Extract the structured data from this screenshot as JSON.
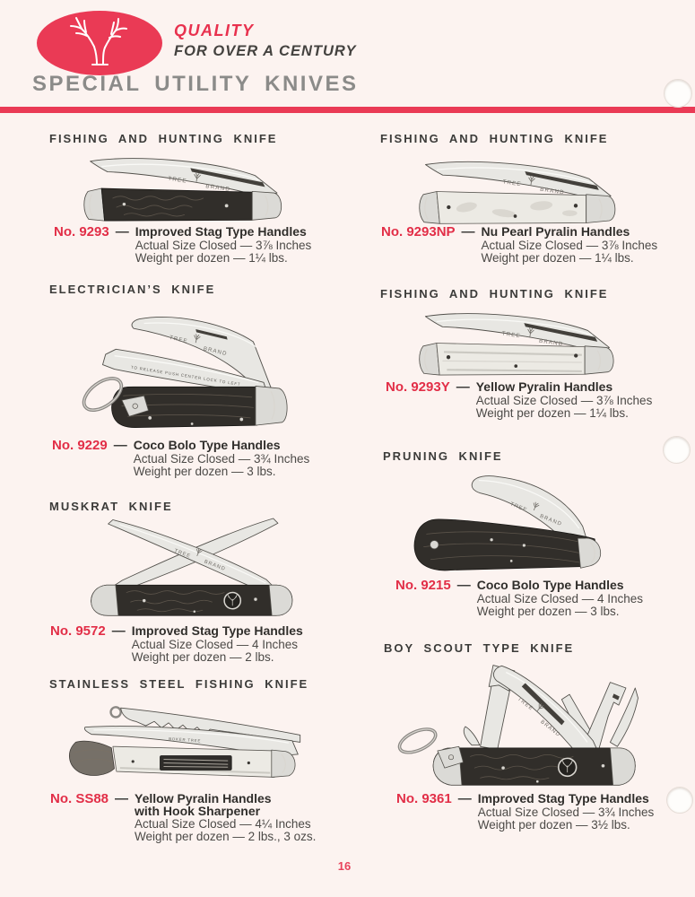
{
  "brand": {
    "quality": "QUALITY",
    "tagline": "FOR OVER A CENTURY",
    "title": "SPECIAL UTILITY KNIVES",
    "page_number": "16"
  },
  "shared": {
    "dash": "—"
  },
  "marks": {
    "tree": "TREE",
    "brand": "BRAND",
    "release_note": "TO RELEASE PUSH CENTER LOCK TO LEFT",
    "ss88_mark": "BOKER TREE"
  },
  "colors": {
    "accent_red": "#ea3a55",
    "model_red": "#e22e47",
    "title_gray": "#8b8b89",
    "ink": "#3b3b39",
    "paper": "#fcf3f0"
  },
  "sections": {
    "left": [
      {
        "header": "FISHING AND HUNTING KNIFE",
        "model": "No. 9293",
        "name": "Improved Stag Type Handles",
        "size": "Actual Size Closed — 3⅞ Inches",
        "weight": "Weight per dozen — 1¼ lbs."
      },
      {
        "header": "ELECTRICIAN’S KNIFE",
        "model": "No. 9229",
        "name": "Coco Bolo Type Handles",
        "size": "Actual Size Closed — 3¾ Inches",
        "weight": "Weight per dozen — 3 lbs."
      },
      {
        "header": "MUSKRAT KNIFE",
        "model": "No. 9572",
        "name": "Improved Stag Type Handles",
        "size": "Actual Size Closed — 4 Inches",
        "weight": "Weight per dozen — 2 lbs."
      },
      {
        "header": "STAINLESS STEEL FISHING KNIFE",
        "model": "No. SS88",
        "name": "Yellow Pyralin Handles",
        "name2": "with Hook Sharpener",
        "size": "Actual Size Closed — 4¼ Inches",
        "weight": "Weight per dozen — 2 lbs., 3 ozs."
      }
    ],
    "right": [
      {
        "header": "FISHING AND HUNTING KNIFE",
        "model": "No. 9293NP",
        "name": "Nu Pearl Pyralin Handles",
        "size": "Actual Size Closed — 3⅞ Inches",
        "weight": "Weight per dozen — 1¼ lbs."
      },
      {
        "header": "FISHING AND HUNTING KNIFE",
        "model": "No. 9293Y",
        "name": "Yellow Pyralin Handles",
        "size": "Actual Size Closed — 3⅞ Inches",
        "weight": "Weight per dozen — 1¼ lbs."
      },
      {
        "header": "PRUNING KNIFE",
        "model": "No. 9215",
        "name": "Coco Bolo Type Handles",
        "size": "Actual Size Closed — 4 Inches",
        "weight": "Weight per dozen — 3 lbs."
      },
      {
        "header": "BOY SCOUT TYPE KNIFE",
        "model": "No. 9361",
        "name": "Improved Stag Type Handles",
        "size": "Actual Size Closed — 3¾ Inches",
        "weight": "Weight per dozen — 3½ lbs."
      }
    ]
  }
}
